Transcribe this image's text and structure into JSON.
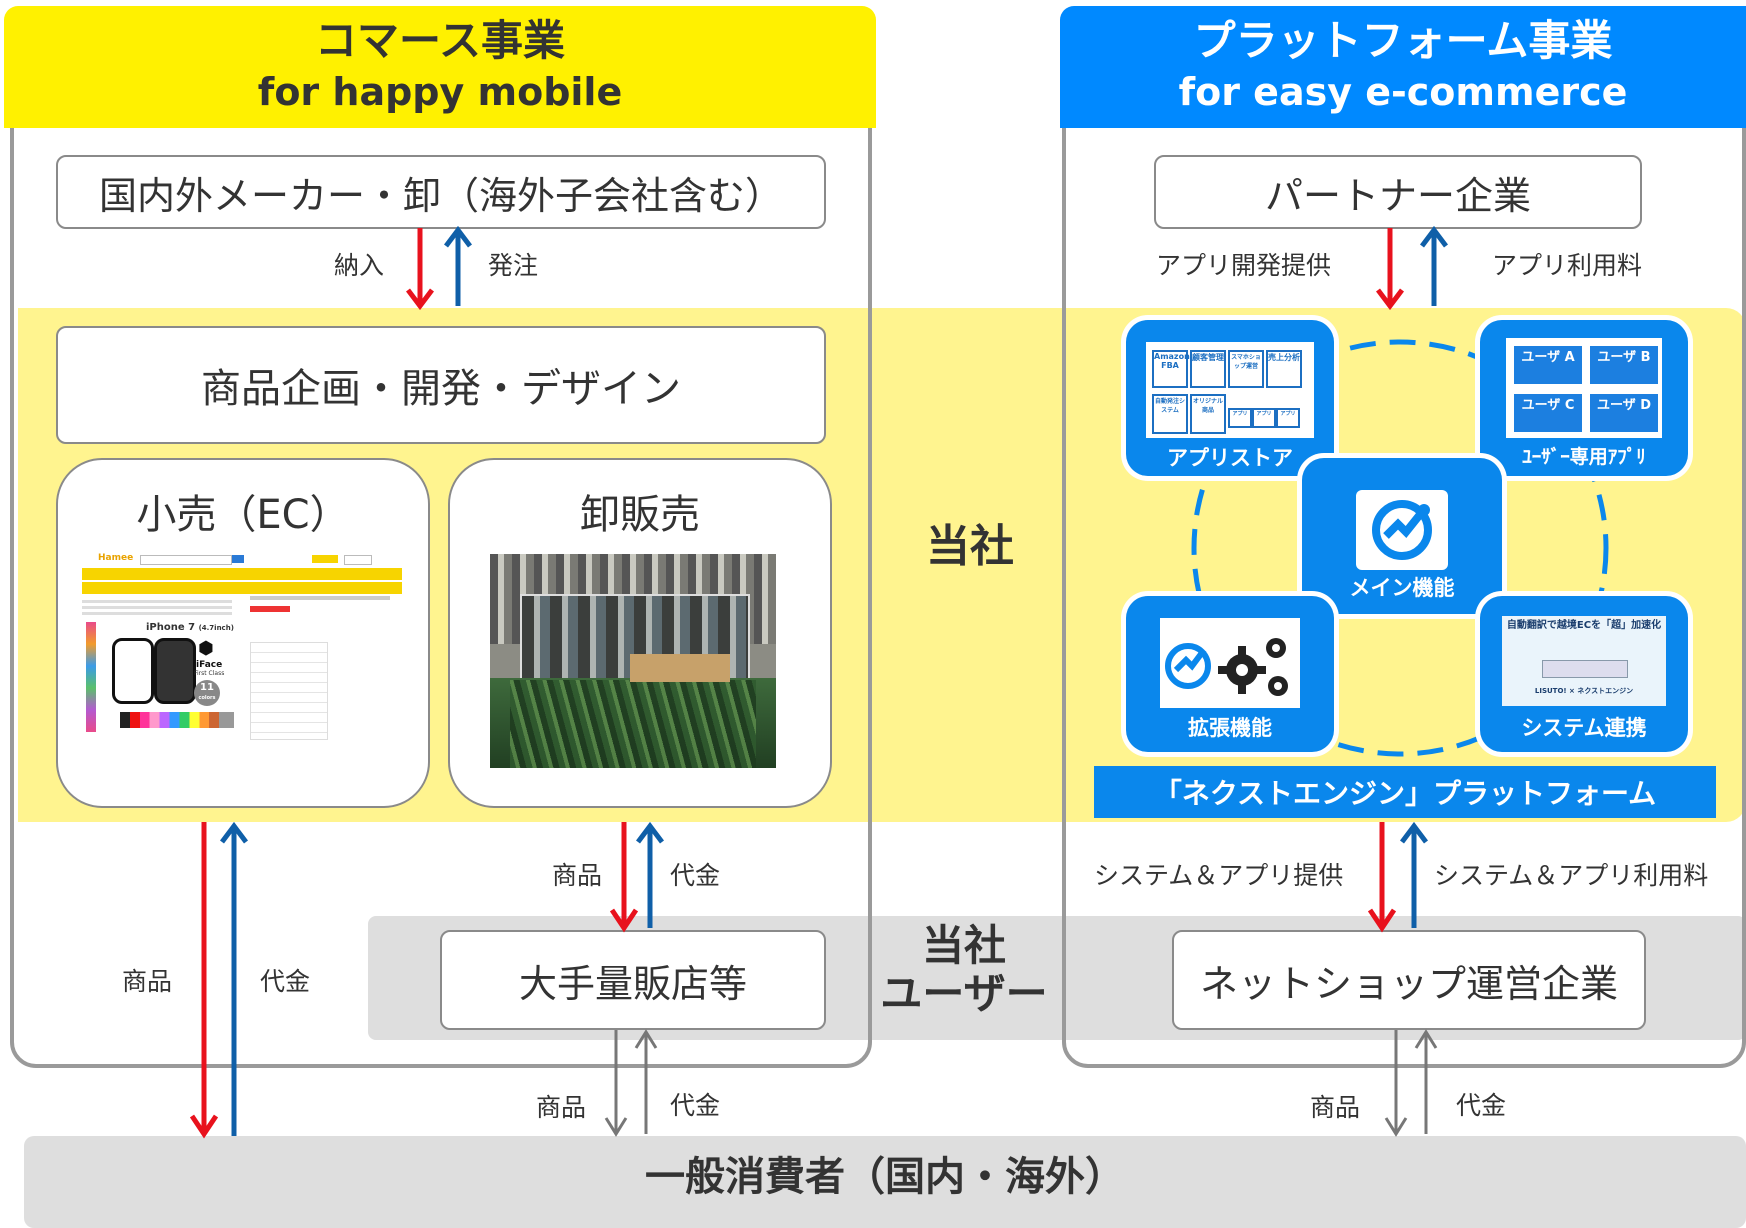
{
  "commerce": {
    "title": "コマース事業",
    "subtitle": "for happy mobile",
    "makers": "国内外メーカー・卸（海外子会社含む）",
    "label_in": "納入",
    "label_order": "発注",
    "planning": "商品企画・開発・デザイン",
    "retail_title": "小売（EC）",
    "wholesale_title": "卸販売",
    "retail_screenshot": {
      "logo": "Hamee",
      "product": "iPhone 7",
      "product_size": "(4.7inch)",
      "brand": "iFace",
      "brand_sub": "First Class",
      "colors_count": "11",
      "colors_label": "colors"
    }
  },
  "platform": {
    "title": "プラットフォーム事業",
    "subtitle": "for easy e-commerce",
    "partner": "パートナー企業",
    "label_dev": "アプリ開発提供",
    "label_fee": "アプリ利用料",
    "tiles": {
      "appstore": "アプリストア",
      "user_app": "ﾕｰｻﾞｰ専用ｱﾌﾟﾘ",
      "main": "メイン機能",
      "extension": "拡張機能",
      "system": "システム連携"
    },
    "appstore_items": [
      "Amazon FBA",
      "顧客管理",
      "スマホショップ運営",
      "売上分析",
      "自動発注システム",
      "オリジナル商品",
      "アプリ",
      "アプリ",
      "アプリ"
    ],
    "user_tiles": [
      "ユーザ A",
      "ユーザ B",
      "ユーザ C",
      "ユーザ D"
    ],
    "system_banner": "自動翻訳で越境ECを「超」加速化",
    "system_banner_sub": "LISUTO! × ネクストエンジン",
    "ne_bar": "「ネクストエンジン」プラットフォーム",
    "label_provide": "システム＆アプリ提供",
    "label_usage": "システム＆アプリ利用料",
    "shop": "ネットショップ運営企業"
  },
  "center": {
    "company": "当社",
    "users_line1": "当社",
    "users_line2": "ユーザー"
  },
  "flows": {
    "goods": "商品",
    "payment": "代金"
  },
  "retailer": "大手量販店等",
  "consumers": "一般消費者（国内・海外）",
  "colors": {
    "yellow_header": "#fff100",
    "blue_header": "#0089ff",
    "band_yellow": "#fff48f",
    "band_gray": "#dedede",
    "arrow_red": "#e8121d",
    "arrow_blue": "#0f5fa8",
    "arrow_gray": "#777777"
  }
}
